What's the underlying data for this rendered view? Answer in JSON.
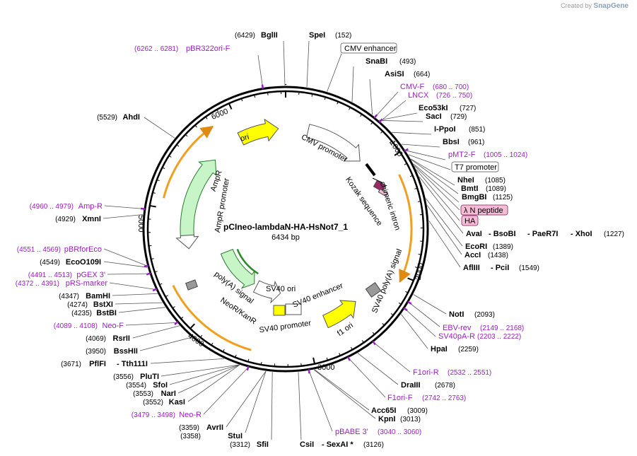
{
  "credit": {
    "created_by": "Created by",
    "brand": "SnapGene"
  },
  "plasmid": {
    "name": "pCIneo-lambdaN-HA-HsNot7_1",
    "size": "6434 bp"
  },
  "ticks": [
    "1000",
    "2000",
    "3000",
    "4000",
    "5000",
    "6000"
  ],
  "features": {
    "ori": "ori",
    "cmv_promoter": "CMV promoter",
    "chimeric_intron": "chimeric intron",
    "kozak": "Kozak sequence",
    "sv40_polya": "SV40 poly(A) signal",
    "f1_ori": "f1 ori",
    "sv40_ori": "SV40 ori",
    "sv40_enhancer": "SV40 enhancer",
    "sv40_promoter": "SV40 promoter",
    "neo": "NeoR/KanR",
    "polya": "poly(A) signal",
    "ampr": "AmpR",
    "ampr_promoter": "AmpR promoter"
  },
  "labels": {
    "bglii": "BglII",
    "bglii_c": "(6429)",
    "spei": "SpeI",
    "spei_c": "(152)",
    "pbr322": "pBR322ori-F",
    "pbr322_c": "(6262 .. 6281)",
    "cmv_enh": "CMV enhancer",
    "snabi": "SnaBI",
    "snabi_c": "(493)",
    "asisi": "AsiSI",
    "asisi_c": "(664)",
    "cmvf": "CMV-F",
    "cmvf_c": "(680 .. 700)",
    "lncx": "LNCX",
    "lncx_c": "(726 .. 750)",
    "eco53ki": "Eco53kI",
    "eco53ki_c": "(727)",
    "saci": "SacI",
    "saci_c": "(729)",
    "ippoi": "I-PpoI",
    "ippoi_c": "(851)",
    "bbsi": "BbsI",
    "bbsi_c": "(961)",
    "pmt2f": "pMT2-F",
    "pmt2f_c": "(1005 .. 1024)",
    "t7": "T7 promoter",
    "nhei": "NheI",
    "nhei_c": "(1085)",
    "bmti": "BmtI",
    "bmti_c": "(1089)",
    "bmgbi": "BmgBI",
    "bmgbi_c": "(1125)",
    "lambda": "λ N peptide",
    "ha": "HA",
    "avai": "AvaI",
    "bsobi": "- BsoBI",
    "paer7i": "- PaeR7I",
    "xhoi": "- XhoI",
    "xhoi_c": "(1227)",
    "ecori": "EcoRI",
    "ecori_c": "(1389)",
    "acci": "AccI",
    "acci_c": "(1438)",
    "afliii": "AflIII",
    "pcii": "- PciI",
    "pcii_c": "(1549)",
    "noti": "NotI",
    "noti_c": "(2093)",
    "ebvrev": "EBV-rev",
    "ebvrev_c": "(2149 .. 2168)",
    "sv40par": "SV40pA-R",
    "sv40par_c": "(2203 .. 2222)",
    "hpai": "HpaI",
    "hpai_c": "(2259)",
    "f1orir": "F1ori-R",
    "f1orir_c": "(2532 .. 2551)",
    "draiii": "DraIII",
    "draiii_c": "(2678)",
    "f1orif": "F1ori-F",
    "f1orif_c": "(2742 .. 2763)",
    "acc65i": "Acc65I",
    "acc65i_c": "(3009)",
    "kpni": "KpnI",
    "kpni_c": "(3013)",
    "pbabe": "pBABE 3'",
    "pbabe_c": "(3040 .. 3060)",
    "csii": "CsiI",
    "sexai": "- SexAI *",
    "sexai_c": "(3126)",
    "sfii": "SfiI",
    "sfii_c": "(3312)",
    "stui": "StuI",
    "stui_c": "(3358)",
    "avrii": "AvrII",
    "avrii_c": "(3359)",
    "neor": "Neo-R",
    "neor_c": "(3479 .. 3498)",
    "kasi": "KasI",
    "kasi_c": "(3552)",
    "nari": "NarI",
    "nari_c": "(3553)",
    "sfoi": "SfoI",
    "sfoi_c": "(3554)",
    "pluti": "PluTI",
    "pluti_c": "(3556)",
    "pflfi": "PflFI",
    "tth111i": "- Tth111I",
    "pflfi_c": "(3671)",
    "bsshii": "BssHII",
    "bsshii_c": "(3950)",
    "rsrii": "RsrII",
    "rsrii_c": "(4069)",
    "neof": "Neo-F",
    "neof_c": "(4089 .. 4108)",
    "bstbi": "BstBI",
    "bstbi_c": "(4235)",
    "bstxi": "BstXI",
    "bstxi_c": "(4274)",
    "bamhi": "BamHI",
    "bamhi_c": "(4347)",
    "prsmarker": "pRS-marker",
    "prsmarker_c": "(4372 .. 4391)",
    "pgex3": "pGEX 3'",
    "pgex3_c": "(4491 .. 4513)",
    "ecoo109i": "EcoO109I",
    "ecoo109i_c": "(4549)",
    "pbrforeco": "pBRforEco",
    "pbrforeco_c": "(4551 .. 4569)",
    "xmni": "XmnI",
    "xmni_c": "(4929)",
    "ampr_primer": "Amp-R",
    "ampr_primer_c": "(4960 .. 4979)",
    "ahdi": "AhdI",
    "ahdi_c": "(5529)"
  },
  "colors": {
    "ori": "#ffff00",
    "promoter": "#ffffff",
    "marker": "#c8f5c8",
    "orf_outline": "#f0a020",
    "primer": "#9a1ec2",
    "tag": "#f4bcd6",
    "polya": "#999999"
  }
}
